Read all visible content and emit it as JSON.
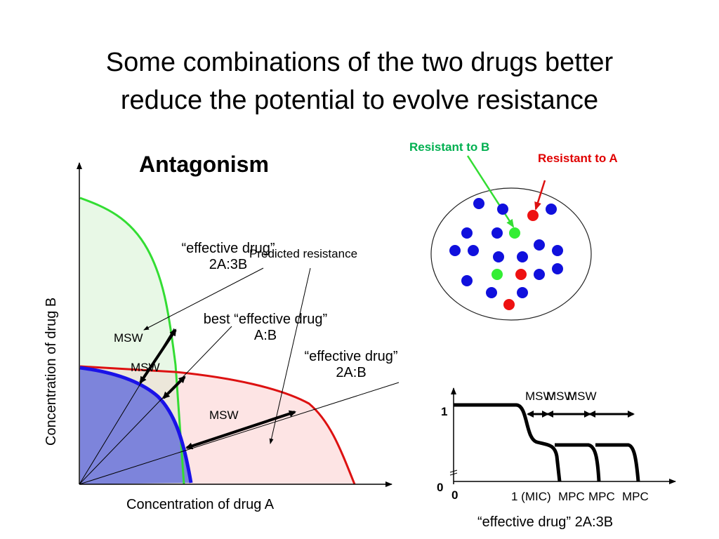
{
  "slide": {
    "title_line1": "Some combinations of the two drugs better",
    "title_line2": "reduce the potential to evolve resistance"
  },
  "diagram": {
    "subtitle": "Antagonism",
    "x_axis_label": "Concentration of drug A",
    "y_axis_label": "Concentration of drug B",
    "annotations": {
      "effective_2A3B_line1": "“effective drug”",
      "effective_2A3B_line2": "2A:3B",
      "predicted_resistance": "Predicted resistance",
      "best_effective_line1": "best “effective drug”",
      "best_effective_line2": "A:B",
      "effective_2AB_line1": "“effective drug”",
      "effective_2AB_line2": "2A:B",
      "msw_left": "MSW",
      "msw_center": "MSW",
      "msw_right": "MSW"
    },
    "colors": {
      "green_region": "#e8f8e6",
      "red_region": "#fde4e4",
      "blue_region": "#7d84db",
      "overlap_region": "#ece7da",
      "green_curve": "#33dd33",
      "red_curve": "#dd1111",
      "blue_curve": "#1a12e8"
    }
  },
  "population": {
    "resistant_to_b_label": "Resistant to B",
    "resistant_to_a_label": "Resistant to A",
    "colors": {
      "resistant_to_b": "#00b050",
      "resistant_to_a": "#e00000",
      "blue_cell": "#1010dd",
      "green_cell": "#33ee33",
      "red_cell": "#ee1111"
    }
  },
  "inset": {
    "y_tick_1": "1",
    "y_tick_0": "0",
    "x_tick_0": "0",
    "x_label_mic": "1 (MIC)",
    "x_label_mpc1": "MPC",
    "x_label_mpc2": "MPC",
    "x_label_mpc3": "MPC",
    "msw_label_1": "MSW",
    "msw_label_2": "MSW",
    "msw_label_3": "MSW",
    "caption": "“effective drug” 2A:3B"
  }
}
